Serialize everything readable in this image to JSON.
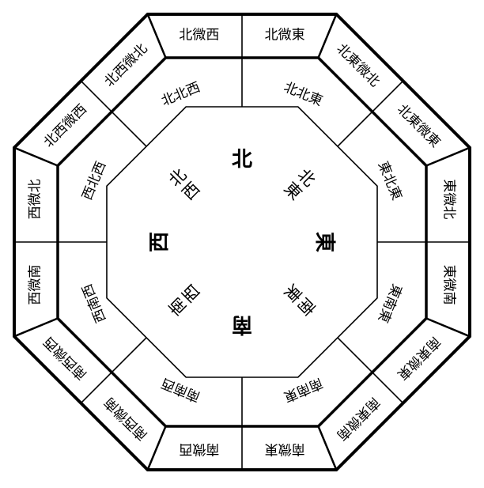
{
  "outer_labels": [
    "北微西",
    "北微東",
    "北東微北",
    "北東微東",
    "東微北",
    "東微南",
    "南東微東",
    "南東微南",
    "南微東",
    "南微西",
    "南西微南",
    "南西微西",
    "西微南",
    "西微北",
    "北西微西",
    "北西微北"
  ],
  "middle_labels": [
    "北北東",
    "東北東",
    "東南東",
    "南南東",
    "南南西",
    "西南西",
    "西北西",
    "北北西"
  ],
  "inner_labels": [
    "北",
    "北東",
    "東",
    "南東",
    "南",
    "南西",
    "西",
    "北西"
  ],
  "colors": {
    "line": "#000000",
    "background": "#ffffff"
  }
}
